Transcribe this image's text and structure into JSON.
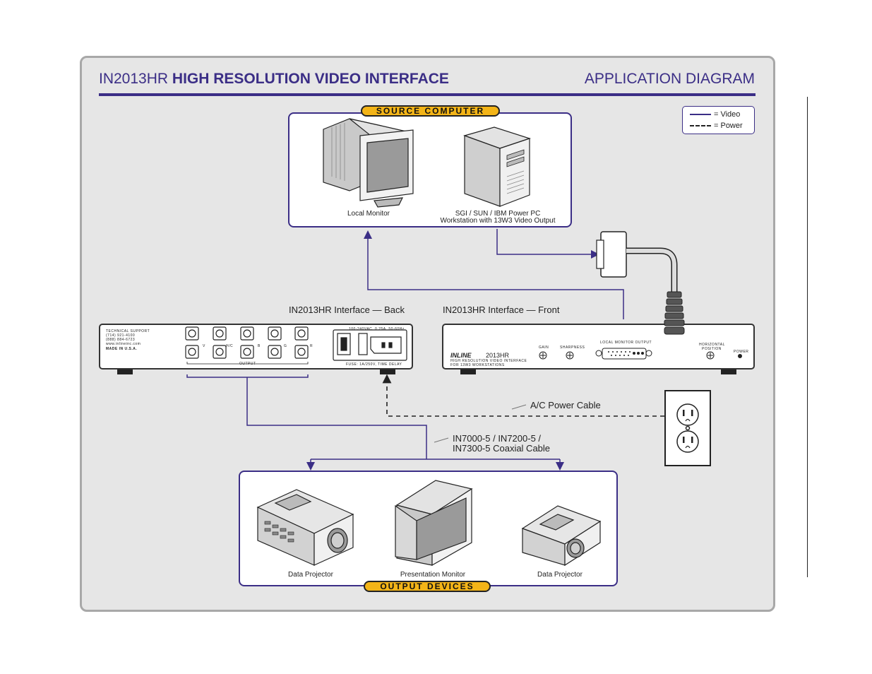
{
  "header": {
    "model": "IN2013HR",
    "product": "HIGH RESOLUTION VIDEO INTERFACE",
    "right_title": "APPLICATION DIAGRAM"
  },
  "legend": {
    "video_label": "= Video",
    "power_label": "= Power"
  },
  "source": {
    "badge": "SOURCE COMPUTER",
    "monitor_caption": "Local Monitor",
    "workstation_caption_1": "SGI / SUN / IBM Power PC",
    "workstation_caption_2": "Workstation with 13W3 Video Output"
  },
  "interface": {
    "back_label": "IN2013HR Interface — Back",
    "front_label": "IN2013HR Interface — Front",
    "back_panel": {
      "support_1": "TECHNICAL SUPPORT",
      "support_2": "(714) 921-4100",
      "support_3": "(888) 884-6723",
      "support_4": "www.inlineinc.com",
      "made_in": "MADE IN U.S.A.",
      "ports_row_labels": [
        "V",
        "H/C",
        "B",
        "G",
        "R"
      ],
      "output_label": "OUTPUT",
      "power_rating": "100-240VAC, 0.25A, 50-60Hz",
      "fuse_label": "FUSE: 1A/250V, TIME DELAY"
    },
    "front_panel": {
      "brand": "INLINE",
      "model": "2013HR",
      "desc_1": "HIGH RESOLUTION VIDEO INTERFACE",
      "desc_2": "FOR 13W3 WORKSTATIONS",
      "gain": "GAIN",
      "sharpness": "SHARPNESS",
      "local_output": "LOCAL MONITOR OUTPUT",
      "horizontal_1": "HORIZONTAL",
      "horizontal_2": "POSITION",
      "power": "POWER"
    }
  },
  "cables": {
    "power_cable": "A/C Power Cable",
    "coax_1": "IN7000-5 / IN7200-5 /",
    "coax_2": "IN7300-5 Coaxial Cable"
  },
  "outputs": {
    "badge": "OUTPUT DEVICES",
    "projector_left": "Data Projector",
    "presentation_monitor": "Presentation Monitor",
    "projector_right": "Data Projector"
  },
  "colors": {
    "accent": "#3b2e86",
    "badge": "#f3b417",
    "panel": "#e6e6e6",
    "panel_border": "#a8a8a8"
  },
  "icons": [
    "crt-monitor-icon",
    "tower-workstation-icon",
    "13w3-connector-icon",
    "power-outlet-icon",
    "data-projector-icon",
    "presentation-monitor-icon"
  ]
}
